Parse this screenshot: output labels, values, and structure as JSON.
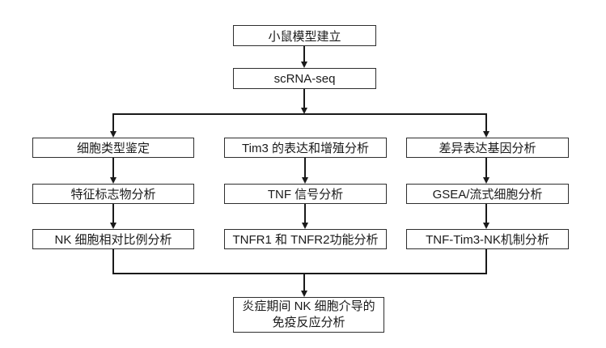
{
  "diagram": {
    "type": "flowchart",
    "top_flow": {
      "step1": "小鼠模型建立",
      "step2": "scRNA-seq"
    },
    "columns": {
      "left": [
        "细胞类型鉴定",
        "特征标志物分析",
        "NK 细胞相对比例分析"
      ],
      "middle": [
        "Tim3 的表达和增殖分析",
        "TNF 信号分析",
        "TNFR1 和 TNFR2功能分析"
      ],
      "right": [
        "差异表达基因分析",
        "GSEA/流式细胞分析",
        "TNF-Tim3-NK机制分析"
      ]
    },
    "final": {
      "line1": "炎症期间 NK 细胞介导的",
      "line2": "免疫反应分析"
    },
    "colors": {
      "background": "#ffffff",
      "box_border": "#2e2e2e",
      "text": "#1a1a1a",
      "connector": "#1a1a1a"
    }
  }
}
